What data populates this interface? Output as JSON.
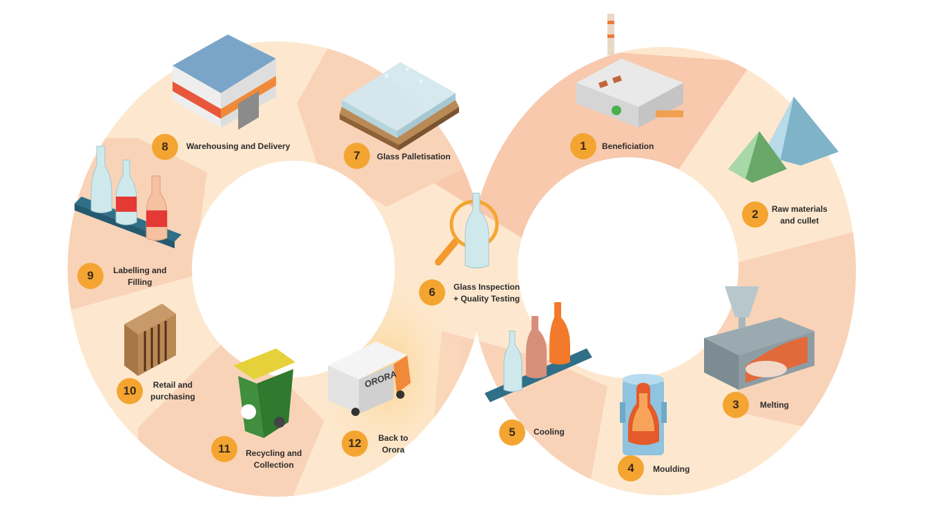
{
  "palette": {
    "ring_light": "#fde8cf",
    "ring_mid": "#f9d3b8",
    "ring_strong": "#f7c2a3",
    "glow": "#fcd79a",
    "badge": "#f4a531",
    "text": "#2b2b2b"
  },
  "steps": [
    {
      "number": "1",
      "label": [
        "Beneficiation"
      ],
      "icon": "factory-icon"
    },
    {
      "number": "2",
      "label": [
        "Raw materials",
        "and cullet"
      ],
      "icon": "raw-materials-piles-icon"
    },
    {
      "number": "3",
      "label": [
        "Melting"
      ],
      "icon": "furnace-icon"
    },
    {
      "number": "4",
      "label": [
        "Moulding"
      ],
      "icon": "mould-icon"
    },
    {
      "number": "5",
      "label": [
        "Cooling"
      ],
      "icon": "cooling-bottles-icon"
    },
    {
      "number": "6",
      "label": [
        "Glass Inspection",
        "+ Quality Testing"
      ],
      "icon": "magnifier-bottle-icon"
    },
    {
      "number": "7",
      "label": [
        "Glass Palletisation"
      ],
      "icon": "pallet-icon"
    },
    {
      "number": "8",
      "label": [
        "Warehousing and Delivery"
      ],
      "icon": "warehouse-icon"
    },
    {
      "number": "9",
      "label": [
        "Labelling and",
        "Filling"
      ],
      "icon": "labelled-bottles-icon"
    },
    {
      "number": "10",
      "label": [
        "Retail and",
        "purchasing"
      ],
      "icon": "retail-shelf-icon"
    },
    {
      "number": "11",
      "label": [
        "Recycling and",
        "Collection"
      ],
      "icon": "recycling-bin-icon"
    },
    {
      "number": "12",
      "label": [
        "Back to",
        "Orora"
      ],
      "icon": "delivery-truck-icon"
    }
  ],
  "truck_logo": "ORORA"
}
